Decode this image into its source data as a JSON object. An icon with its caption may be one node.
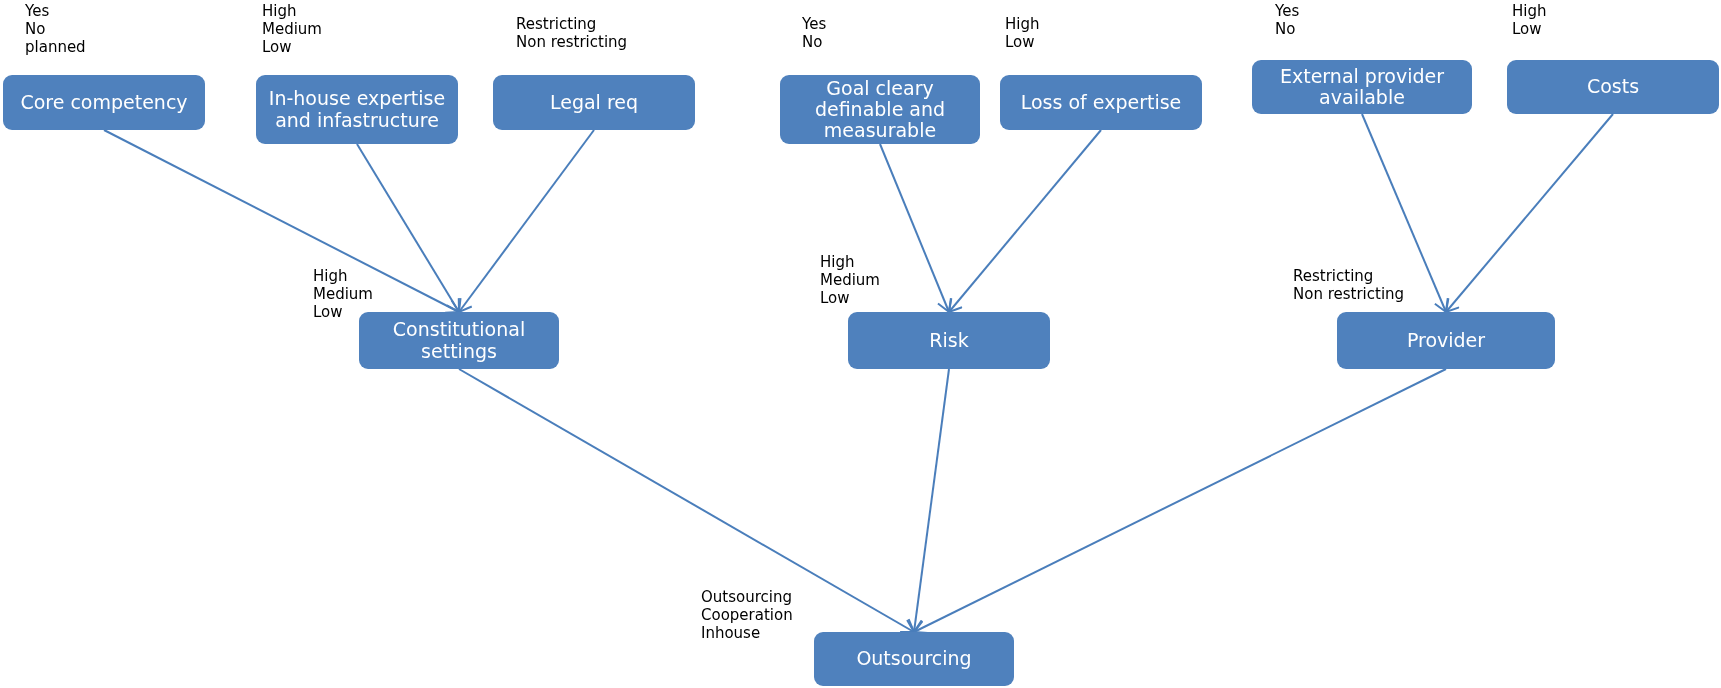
{
  "diagram": {
    "nodes": [
      {
        "text": [
          "Core competency"
        ],
        "beside": [
          "Yes",
          "No",
          "planned"
        ]
      },
      {
        "text": [
          "In-house expertise and infastructure"
        ],
        "beside": [
          "High",
          "Medium",
          "Low"
        ]
      },
      {
        "text": [
          "Legal req"
        ],
        "beside": [
          "Restricting",
          "Non restricting"
        ]
      },
      {
        "text": [
          "Goal cleary definable and measurable"
        ],
        "beside": [
          "Yes",
          "No"
        ]
      },
      {
        "text": [
          "Loss of expertise"
        ],
        "beside": [
          "High",
          "Low"
        ]
      },
      {
        "text": [
          "External provider available"
        ],
        "beside": [
          "Yes",
          "No"
        ]
      },
      {
        "text": [
          "Costs"
        ],
        "beside": [
          "High",
          "Low"
        ]
      },
      {
        "text": [
          "Constitutional settings"
        ],
        "beside": [
          "High",
          "Medium",
          "Low"
        ]
      },
      {
        "text": [
          "Risk"
        ],
        "beside": [
          "High",
          "Medium",
          "Low"
        ]
      },
      {
        "text": [
          "Provider"
        ],
        "beside": [
          "Restricting",
          "Non restricting"
        ]
      },
      {
        "text": [
          "Outsourcing"
        ],
        "beside": [
          "Outsourcing",
          "Cooperation",
          "Inhouse"
        ]
      }
    ],
    "edges": [
      {
        "from": 0,
        "to": 7,
        "arrow": "to"
      },
      {
        "from": 1,
        "to": 7,
        "arrow": "to"
      },
      {
        "from": 2,
        "to": 7,
        "arrow": "to"
      },
      {
        "from": 3,
        "to": 8,
        "arrow": "to"
      },
      {
        "from": 4,
        "to": 8,
        "arrow": "to"
      },
      {
        "from": 5,
        "to": 9,
        "arrow": "to"
      },
      {
        "from": 6,
        "to": 9,
        "arrow": "to"
      },
      {
        "from": 7,
        "to": 10,
        "arrow": "to"
      },
      {
        "from": 8,
        "to": 10,
        "arrow": "to"
      },
      {
        "from": 9,
        "to": 10,
        "arrow": "to"
      }
    ]
  }
}
